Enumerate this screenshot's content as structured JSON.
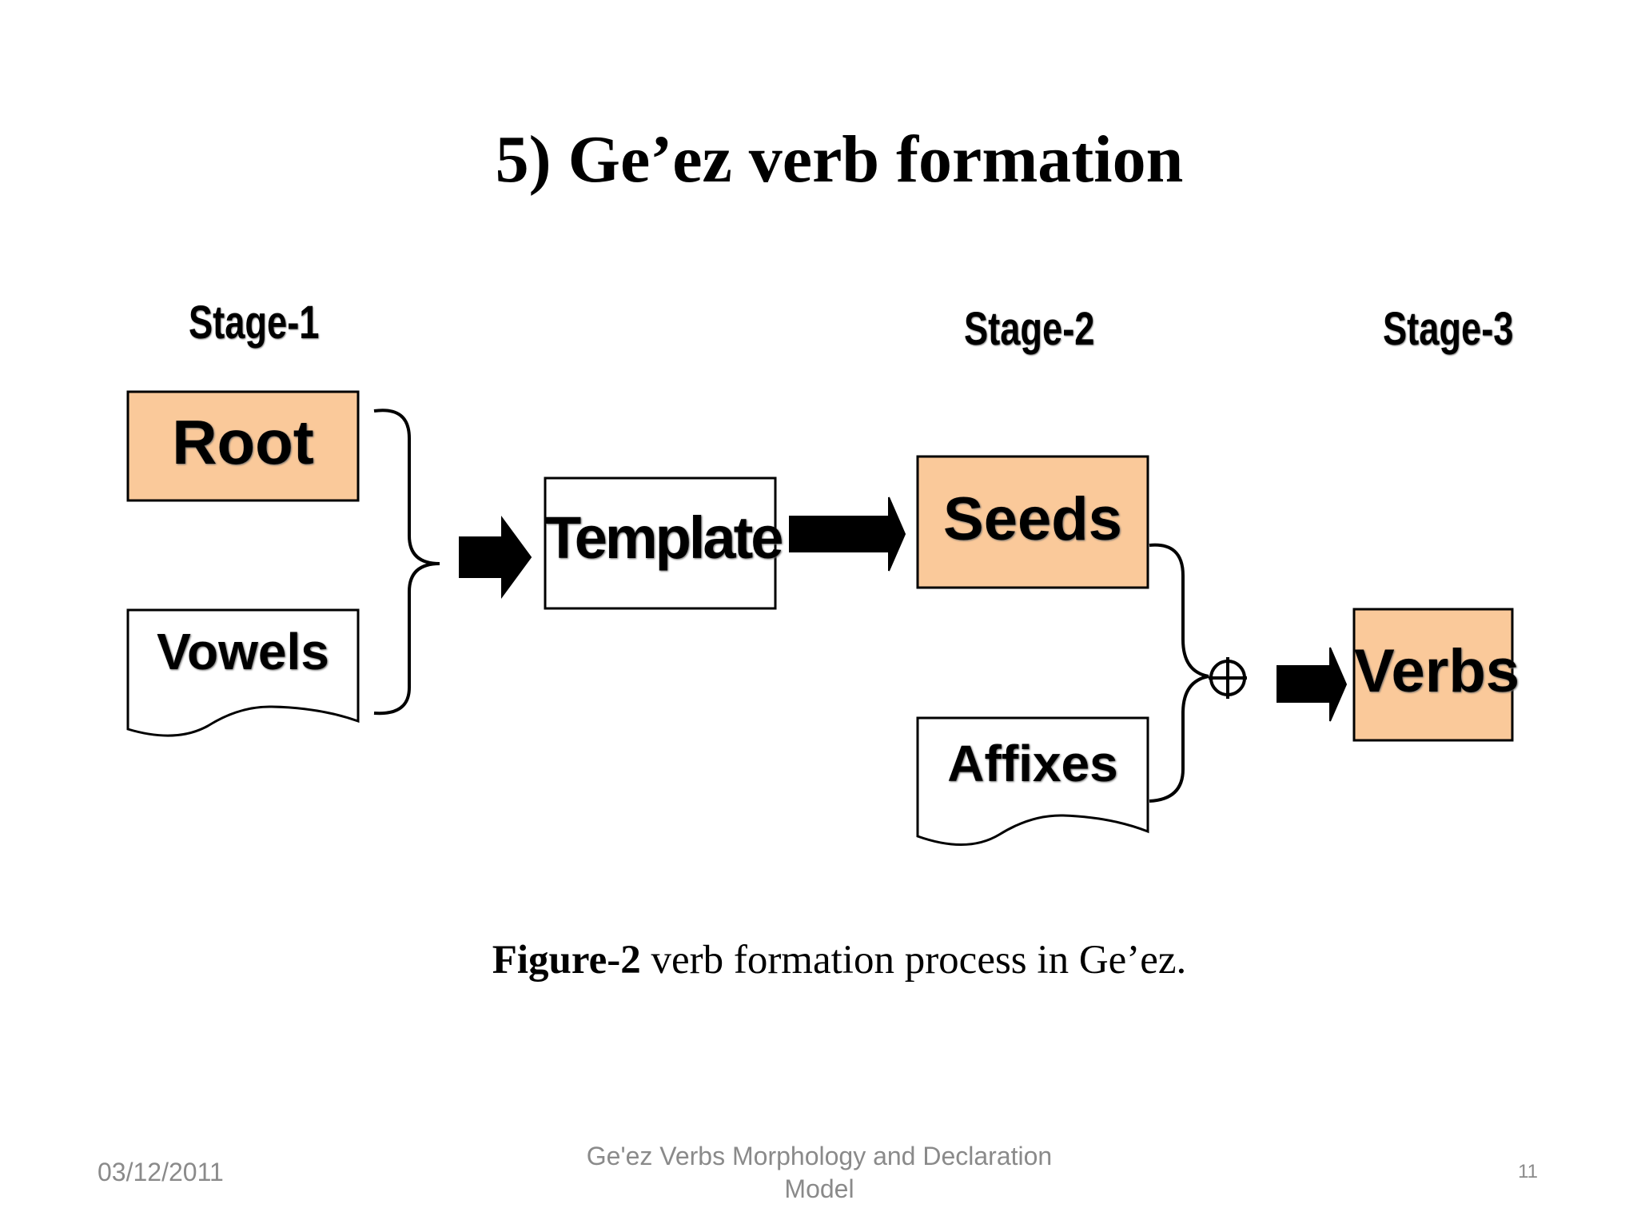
{
  "slide": {
    "title": "5) Ge’ez verb formation"
  },
  "diagram": {
    "stages": [
      "Stage-1",
      "Stage-2",
      "Stage-3"
    ],
    "nodes": {
      "root": "Root",
      "vowels": "Vowels",
      "template": "Template",
      "seeds": "Seeds",
      "affixes": "Affixes",
      "verbs": "Verbs"
    },
    "operator_symbol": "⊕",
    "colors": {
      "highlight_fill": "#fac99a",
      "plain_fill": "#ffffff",
      "stroke": "#000000"
    }
  },
  "caption": {
    "bold": "Figure-2",
    "text": " verb formation process in Ge’ez."
  },
  "footer": {
    "date": "03/12/2011",
    "title_line1": "Ge'ez Verbs Morphology and Declaration",
    "title_line2": "Model",
    "page": "11"
  }
}
